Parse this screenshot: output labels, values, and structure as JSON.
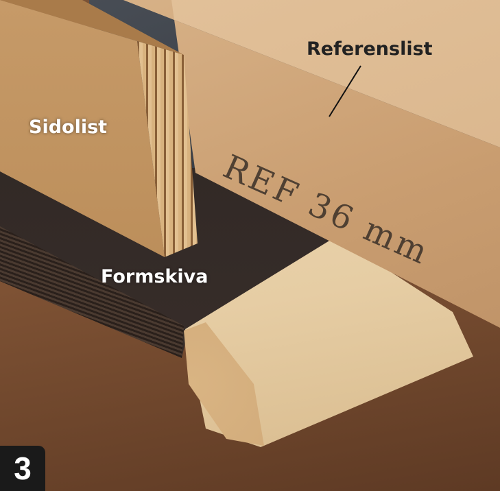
{
  "labels": {
    "referenslist": "Referenslist",
    "sidolist": "Sidolist",
    "formskiva": "Formskiva"
  },
  "handwriting": "REF 36 mm",
  "step_number": "3"
}
